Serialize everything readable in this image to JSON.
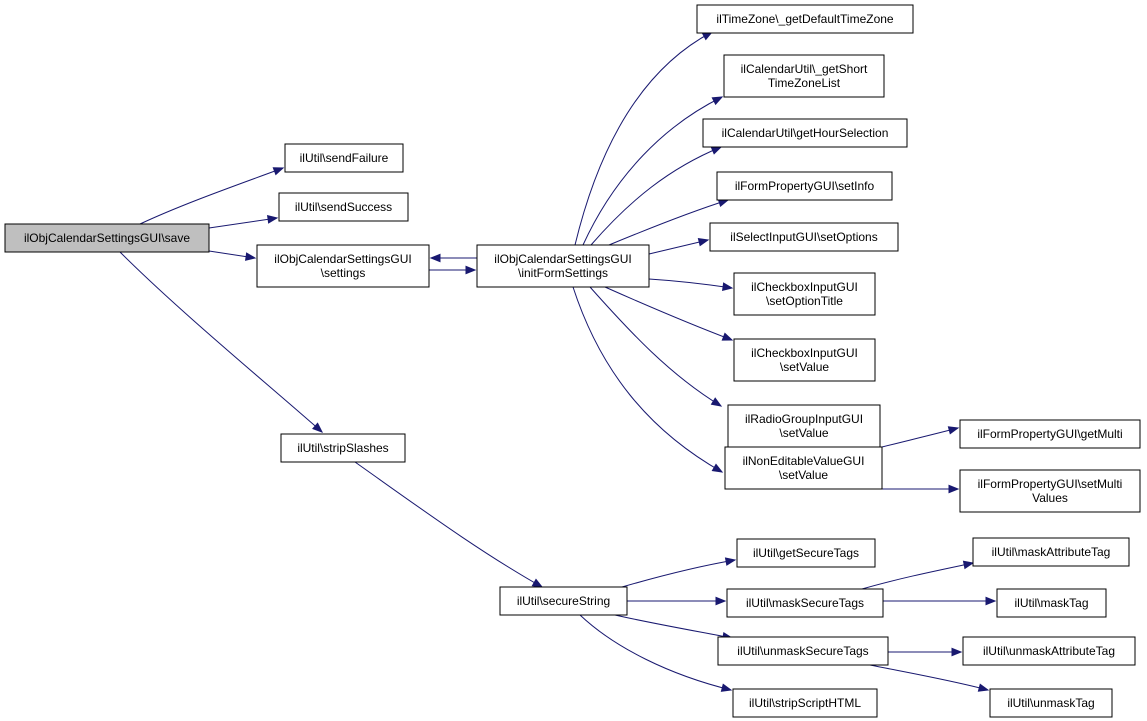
{
  "diagram": {
    "type": "call-graph",
    "colors": {
      "edge": "#191970",
      "root_fill": "#bfbfbf",
      "node_fill": "#ffffff",
      "border": "#000000"
    },
    "nodes": [
      {
        "id": "save",
        "lines": [
          "ilObjCalendarSettingsGUI\\save"
        ],
        "root": true
      },
      {
        "id": "sendFailure",
        "lines": [
          "ilUtil\\sendFailure"
        ]
      },
      {
        "id": "sendSuccess",
        "lines": [
          "ilUtil\\sendSuccess"
        ]
      },
      {
        "id": "settings",
        "lines": [
          "ilObjCalendarSettingsGUI",
          "\\settings"
        ]
      },
      {
        "id": "stripSlashes",
        "lines": [
          "ilUtil\\stripSlashes"
        ]
      },
      {
        "id": "initFormSettings",
        "lines": [
          "ilObjCalendarSettingsGUI",
          "\\initFormSettings"
        ]
      },
      {
        "id": "getDefaultTimeZone",
        "lines": [
          "ilTimeZone\\_getDefaultTimeZone"
        ]
      },
      {
        "id": "getShortTimeZoneList",
        "lines": [
          "ilCalendarUtil\\_getShort",
          "TimeZoneList"
        ]
      },
      {
        "id": "getHourSelection",
        "lines": [
          "ilCalendarUtil\\getHourSelection"
        ]
      },
      {
        "id": "setInfo",
        "lines": [
          "ilFormPropertyGUI\\setInfo"
        ]
      },
      {
        "id": "setOptions",
        "lines": [
          "ilSelectInputGUI\\setOptions"
        ]
      },
      {
        "id": "setOptionTitle",
        "lines": [
          "ilCheckboxInputGUI",
          "\\setOptionTitle"
        ]
      },
      {
        "id": "checkboxSetValue",
        "lines": [
          "ilCheckboxInputGUI",
          "\\setValue"
        ]
      },
      {
        "id": "radioSetValue",
        "lines": [
          "ilRadioGroupInputGUI",
          "\\setValue"
        ]
      },
      {
        "id": "nonEditableSetValue",
        "lines": [
          "ilNonEditableValueGUI",
          "\\setValue"
        ]
      },
      {
        "id": "getMulti",
        "lines": [
          "ilFormPropertyGUI\\getMulti"
        ]
      },
      {
        "id": "setMultiValues",
        "lines": [
          "ilFormPropertyGUI\\setMulti",
          "Values"
        ]
      },
      {
        "id": "secureString",
        "lines": [
          "ilUtil\\secureString"
        ]
      },
      {
        "id": "getSecureTags",
        "lines": [
          "ilUtil\\getSecureTags"
        ]
      },
      {
        "id": "maskSecureTags",
        "lines": [
          "ilUtil\\maskSecureTags"
        ]
      },
      {
        "id": "unmaskSecureTags",
        "lines": [
          "ilUtil\\unmaskSecureTags"
        ]
      },
      {
        "id": "stripScriptHTML",
        "lines": [
          "ilUtil\\stripScriptHTML"
        ]
      },
      {
        "id": "maskAttributeTag",
        "lines": [
          "ilUtil\\maskAttributeTag"
        ]
      },
      {
        "id": "maskTag",
        "lines": [
          "ilUtil\\maskTag"
        ]
      },
      {
        "id": "unmaskAttributeTag",
        "lines": [
          "ilUtil\\unmaskAttributeTag"
        ]
      },
      {
        "id": "unmaskTag",
        "lines": [
          "ilUtil\\unmaskTag"
        ]
      }
    ],
    "edges": [
      {
        "from": "save",
        "to": "sendFailure"
      },
      {
        "from": "save",
        "to": "sendSuccess"
      },
      {
        "from": "save",
        "to": "settings"
      },
      {
        "from": "save",
        "to": "stripSlashes"
      },
      {
        "from": "settings",
        "to": "initFormSettings"
      },
      {
        "from": "initFormSettings",
        "to": "settings"
      },
      {
        "from": "initFormSettings",
        "to": "getDefaultTimeZone"
      },
      {
        "from": "initFormSettings",
        "to": "getShortTimeZoneList"
      },
      {
        "from": "initFormSettings",
        "to": "getHourSelection"
      },
      {
        "from": "initFormSettings",
        "to": "setInfo"
      },
      {
        "from": "initFormSettings",
        "to": "setOptions"
      },
      {
        "from": "initFormSettings",
        "to": "setOptionTitle"
      },
      {
        "from": "initFormSettings",
        "to": "checkboxSetValue"
      },
      {
        "from": "initFormSettings",
        "to": "radioSetValue"
      },
      {
        "from": "initFormSettings",
        "to": "nonEditableSetValue"
      },
      {
        "from": "nonEditableSetValue",
        "to": "getMulti"
      },
      {
        "from": "nonEditableSetValue",
        "to": "setMultiValues"
      },
      {
        "from": "stripSlashes",
        "to": "secureString"
      },
      {
        "from": "secureString",
        "to": "getSecureTags"
      },
      {
        "from": "secureString",
        "to": "maskSecureTags"
      },
      {
        "from": "secureString",
        "to": "unmaskSecureTags"
      },
      {
        "from": "secureString",
        "to": "stripScriptHTML"
      },
      {
        "from": "maskSecureTags",
        "to": "maskAttributeTag"
      },
      {
        "from": "maskSecureTags",
        "to": "maskTag"
      },
      {
        "from": "unmaskSecureTags",
        "to": "unmaskAttributeTag"
      },
      {
        "from": "unmaskSecureTags",
        "to": "unmaskTag"
      }
    ]
  }
}
